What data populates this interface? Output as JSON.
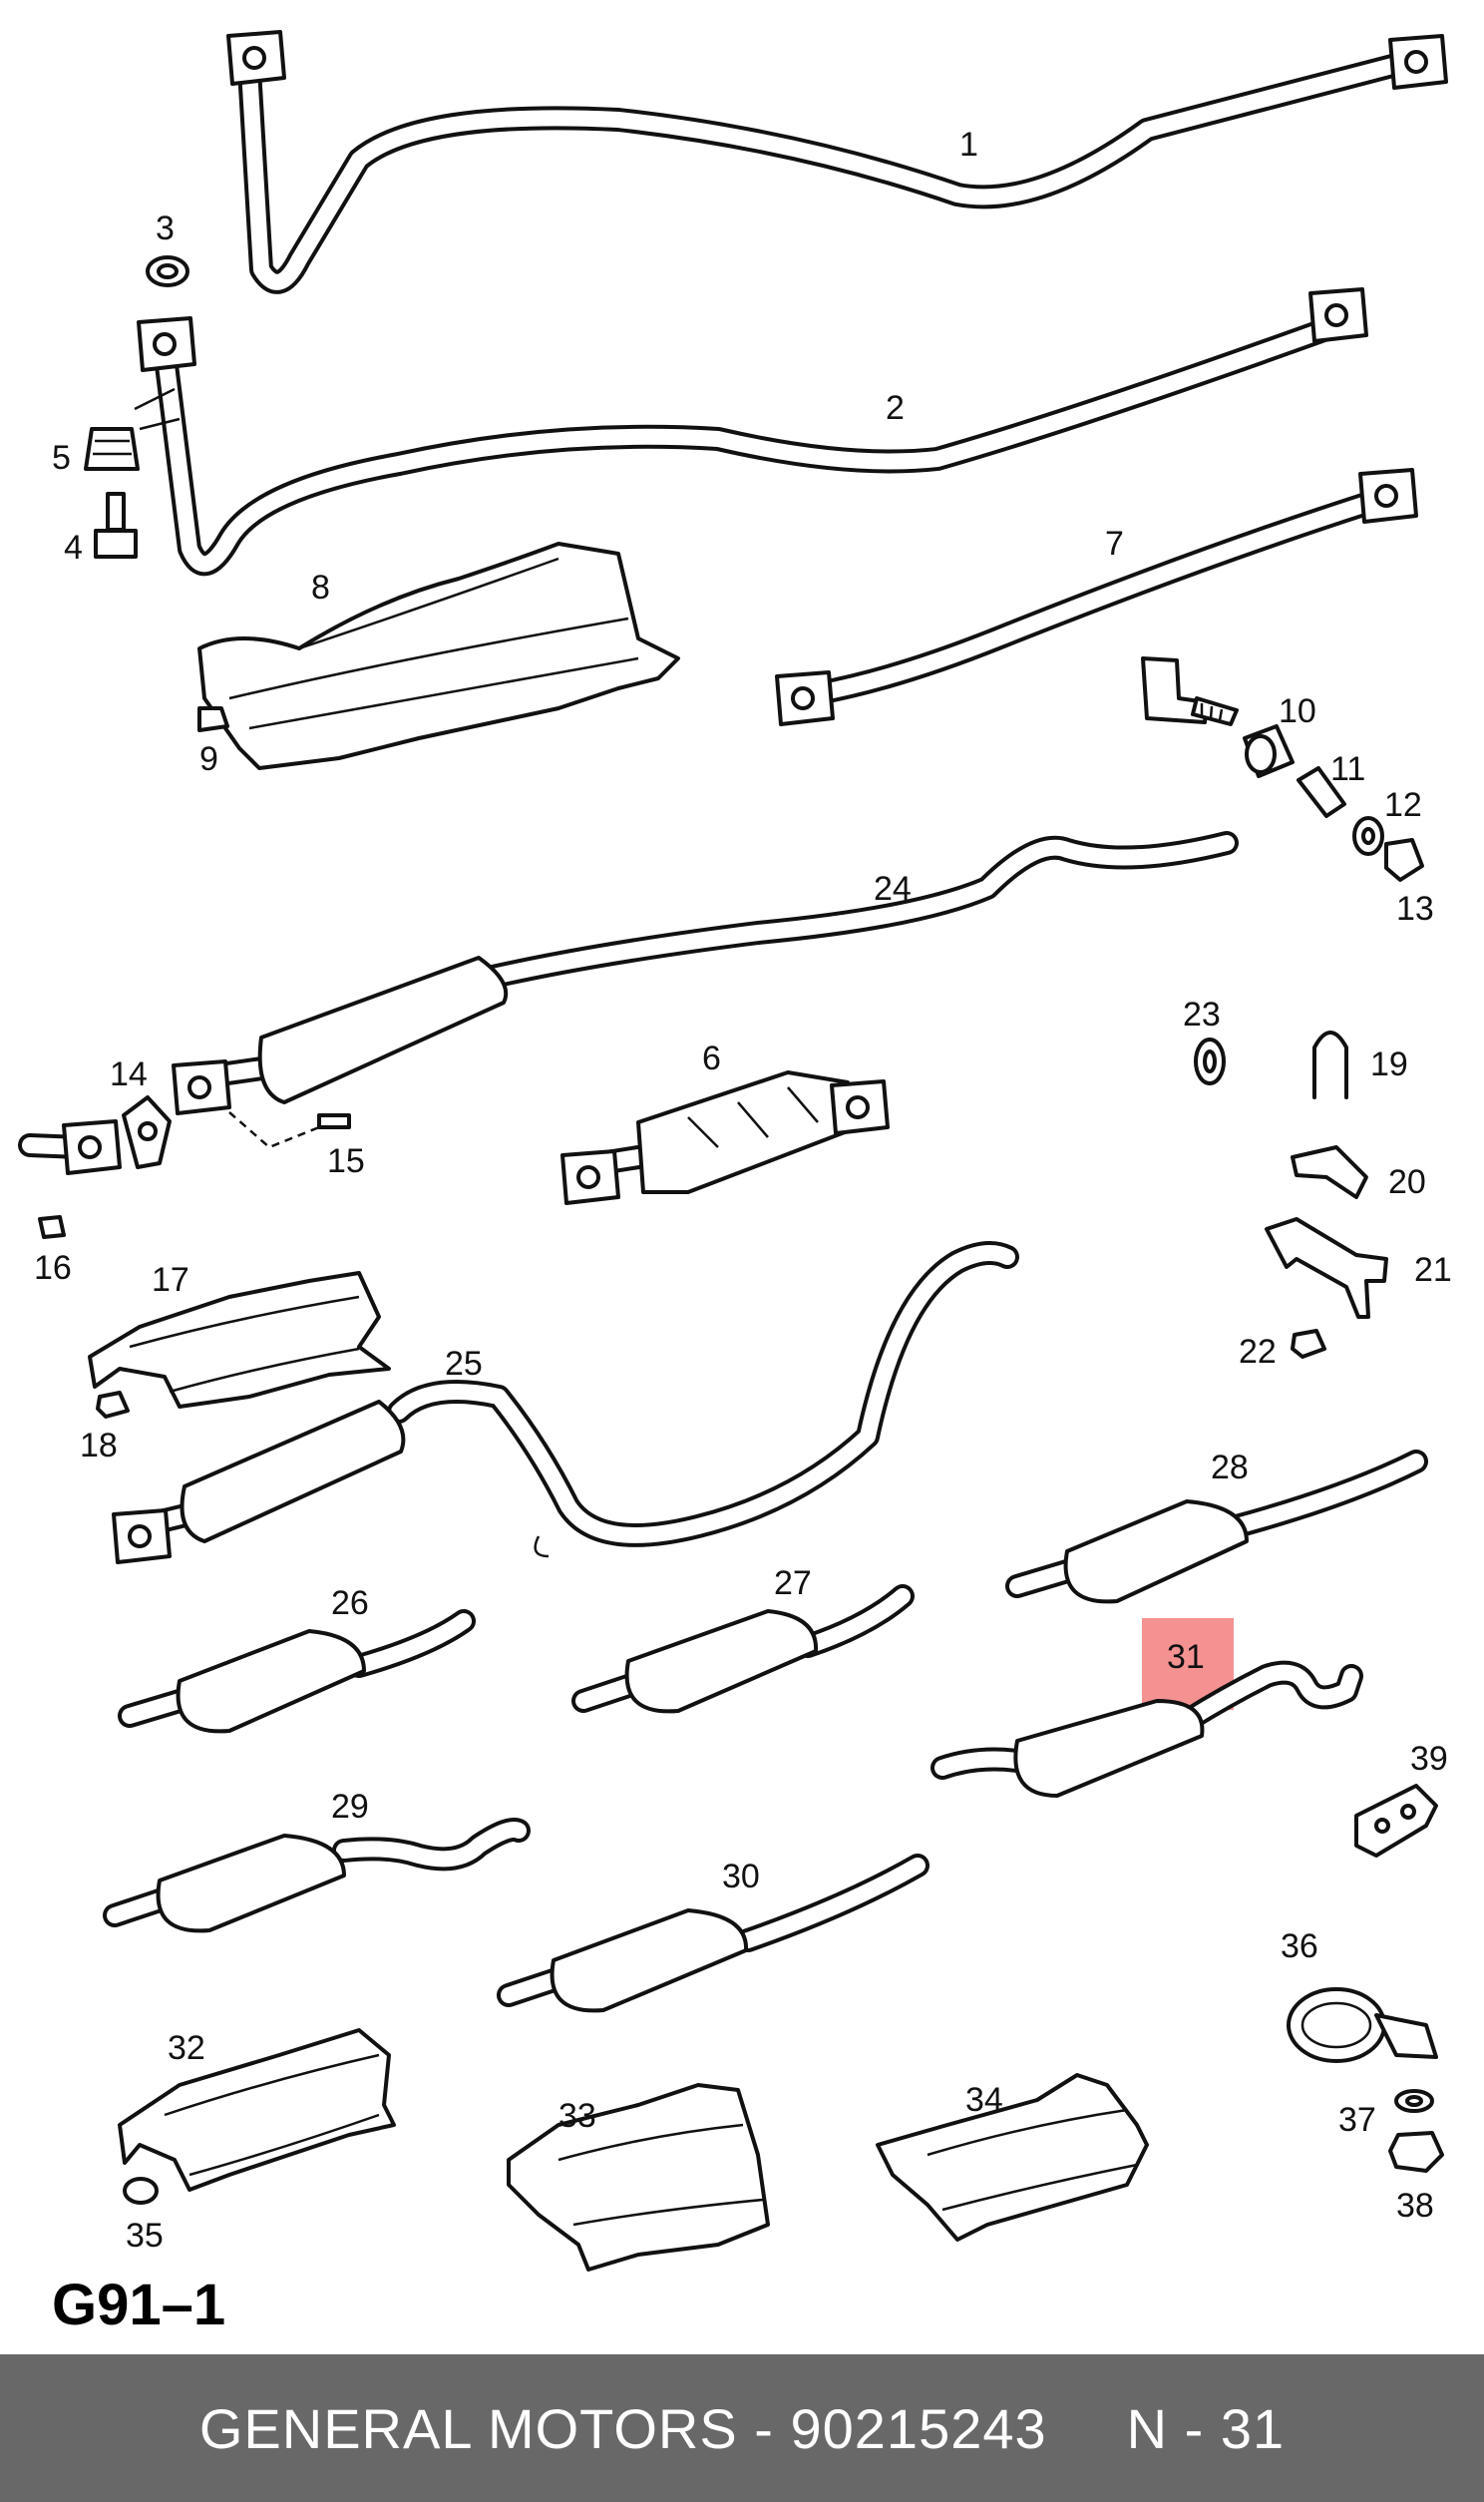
{
  "diagram": {
    "code": "G91–1",
    "highlight_part": "31",
    "highlight_color": "#f27f7f",
    "part_labels": {
      "p1": "1",
      "p2": "2",
      "p3": "3",
      "p4": "4",
      "p5": "5",
      "p6": "6",
      "p7": "7",
      "p8": "8",
      "p9": "9",
      "p10": "10",
      "p11": "11",
      "p12": "12",
      "p13": "13",
      "p14": "14",
      "p15": "15",
      "p16": "16",
      "p17": "17",
      "p18": "18",
      "p19": "19",
      "p20": "20",
      "p21": "21",
      "p22": "22",
      "p23": "23",
      "p24": "24",
      "p25": "25",
      "p26": "26",
      "p27": "27",
      "p28": "28",
      "p29": "29",
      "p30": "30",
      "p31": "31",
      "p32": "32",
      "p33": "33",
      "p34": "34",
      "p35": "35",
      "p36": "36",
      "p37": "37",
      "p38": "38",
      "p39": "39"
    }
  },
  "footer": {
    "brand": "GENERAL MOTORS",
    "separator": "-",
    "part_number": "90215243",
    "page_ref": "N - 31"
  }
}
